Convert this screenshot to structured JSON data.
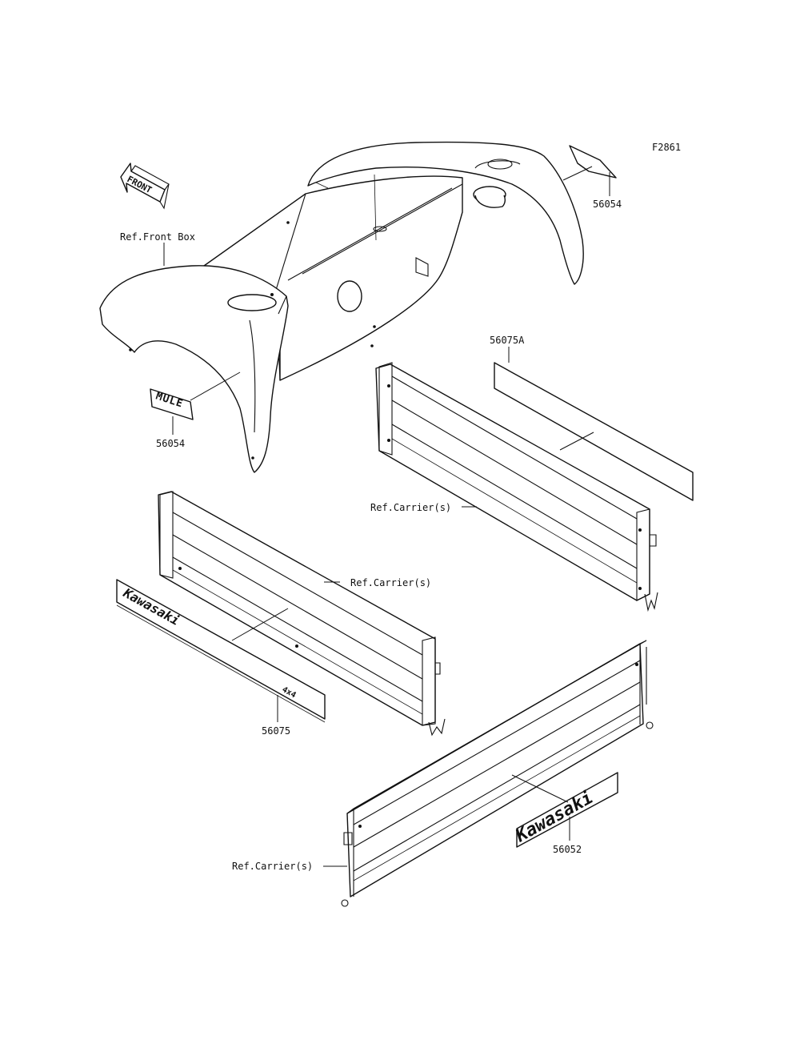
{
  "figure_code": "F2861",
  "front_arrow_text": "FRONT",
  "callouts": {
    "ref_front_box": "Ref.Front Box",
    "part_56054_rear": "56054",
    "part_56054_front": "56054",
    "part_56075A": "56075A",
    "ref_carrier_right": "Ref.Carrier(s)",
    "ref_carrier_middle": "Ref.Carrier(s)",
    "part_56075": "56075",
    "ref_carrier_bottom": "Ref.Carrier(s)",
    "part_56052": "56052"
  },
  "decal_text": {
    "mule_logo": "MULE",
    "kawasaki_strip": "Kawasaki",
    "badge_4x4": "4x4",
    "kawasaki_emblem": "Kawasaki"
  }
}
